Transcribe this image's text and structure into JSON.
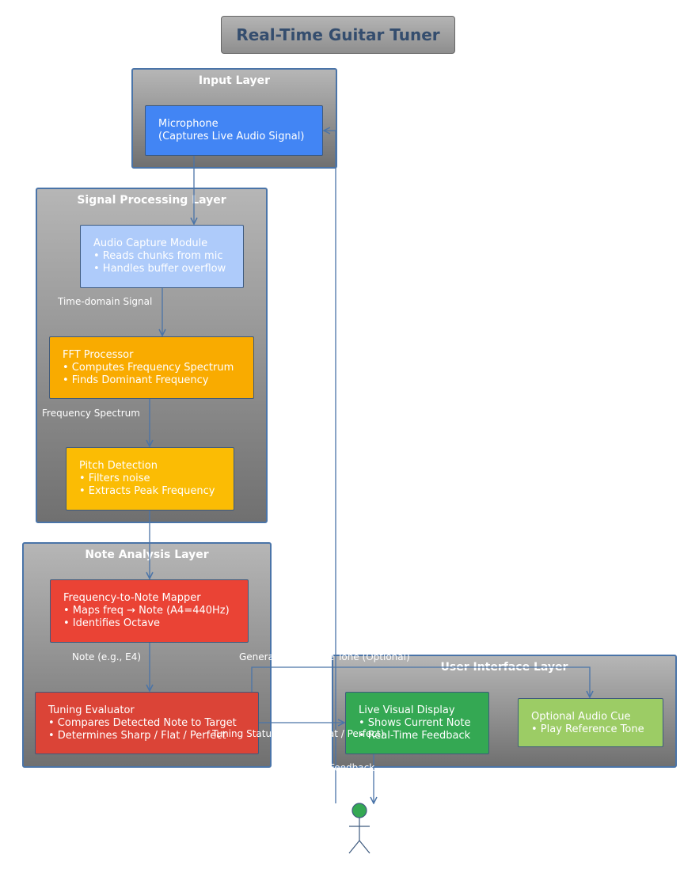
{
  "title": "Real-Time Guitar Tuner",
  "layers": {
    "input": "Input Layer",
    "signal": "Signal Processing Layer",
    "note": "Note Analysis Layer",
    "ui": "User Interface Layer"
  },
  "nodes": {
    "microphone": [
      "Microphone",
      "(Captures Live Audio Signal)"
    ],
    "audio_capture": [
      "Audio Capture Module",
      "• Reads chunks from mic",
      "• Handles buffer overflow"
    ],
    "fft": [
      "FFT Processor",
      "• Computes Frequency Spectrum",
      "• Finds Dominant Frequency"
    ],
    "pitch": [
      "Pitch Detection",
      "• Filters noise",
      "• Extracts Peak Frequency"
    ],
    "mapper": [
      "Frequency-to-Note Mapper",
      "• Maps freq → Note (A4=440Hz)",
      "• Identifies Octave"
    ],
    "evaluator": [
      "Tuning Evaluator",
      "• Compares Detected Note to Target",
      "• Determines Sharp / Flat / Perfect"
    ],
    "display": [
      "Live Visual Display",
      "• Shows Current Note",
      "• Real-Time Feedback"
    ],
    "audio_cue": [
      "Optional Audio Cue",
      "• Play Reference Tone"
    ]
  },
  "edge_labels": {
    "time_domain": "Time-domain Signal",
    "freq_spectrum": "Frequency Spectrum",
    "note_example": "Note (e.g., E4)",
    "reference_tone": "Generate Reference Tone (Optional)",
    "tuning_status": "Tuning Status (Sharp / Flat / Perfect)",
    "feedback": "Feedback"
  },
  "colors": {
    "microphone": "#4285f4",
    "audio_capture": "#aecbfa",
    "fft": "#f9ab00",
    "pitch": "#fbbc04",
    "mapper": "#ea4335",
    "evaluator": "#db4437",
    "display": "#34a853",
    "audio_cue": "#9ccc65",
    "edge": "#4a74a8",
    "actor": "#34a853"
  }
}
